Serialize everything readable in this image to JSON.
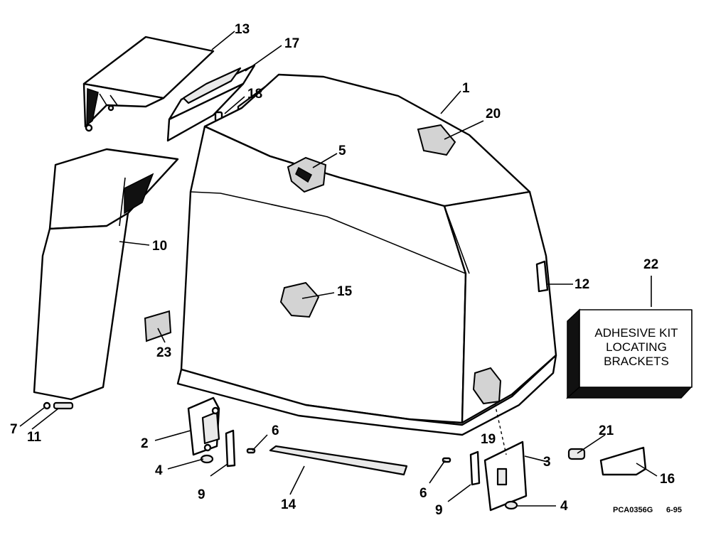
{
  "callouts": [
    {
      "id": "1",
      "label": "1"
    },
    {
      "id": "2",
      "label": "2"
    },
    {
      "id": "3",
      "label": "3"
    },
    {
      "id": "4a",
      "label": "4"
    },
    {
      "id": "4b",
      "label": "4"
    },
    {
      "id": "5",
      "label": "5"
    },
    {
      "id": "6a",
      "label": "6"
    },
    {
      "id": "6b",
      "label": "6"
    },
    {
      "id": "7",
      "label": "7"
    },
    {
      "id": "9a",
      "label": "9"
    },
    {
      "id": "9b",
      "label": "9"
    },
    {
      "id": "10",
      "label": "10"
    },
    {
      "id": "11",
      "label": "11"
    },
    {
      "id": "12",
      "label": "12"
    },
    {
      "id": "13",
      "label": "13"
    },
    {
      "id": "14",
      "label": "14"
    },
    {
      "id": "15",
      "label": "15"
    },
    {
      "id": "16",
      "label": "16"
    },
    {
      "id": "17",
      "label": "17"
    },
    {
      "id": "18",
      "label": "18"
    },
    {
      "id": "19",
      "label": "19"
    },
    {
      "id": "20",
      "label": "20"
    },
    {
      "id": "21",
      "label": "21"
    },
    {
      "id": "22",
      "label": "22"
    },
    {
      "id": "23",
      "label": "23"
    }
  ],
  "kit_box": {
    "line1": "ADHESIVE KIT",
    "line2": "LOCATING",
    "line3": "BRACKETS"
  },
  "footer": {
    "drawing_code": "PCA0356G",
    "date": "6-95"
  }
}
